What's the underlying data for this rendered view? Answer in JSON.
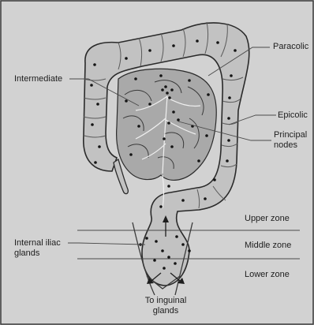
{
  "labels": {
    "paracolic": "Paracolic",
    "intermediate": "Intermediate",
    "epicolic": "Epicolic",
    "principal_nodes": "Principal\nnodes",
    "upper_zone": "Upper zone",
    "internal_iliac_glands": "Internal iliac\nglands",
    "middle_zone": "Middle zone",
    "lower_zone": "Lower zone",
    "to_inguinal_glands": "To inguinal\nglands"
  },
  "colors": {
    "background": "#d2d2d2",
    "colon_fill": "#c2c2c2",
    "intestine_fill": "#a9a9a9",
    "outline": "#2a2a2a",
    "node": "#141414",
    "leader_line": "#4a4a4a"
  }
}
